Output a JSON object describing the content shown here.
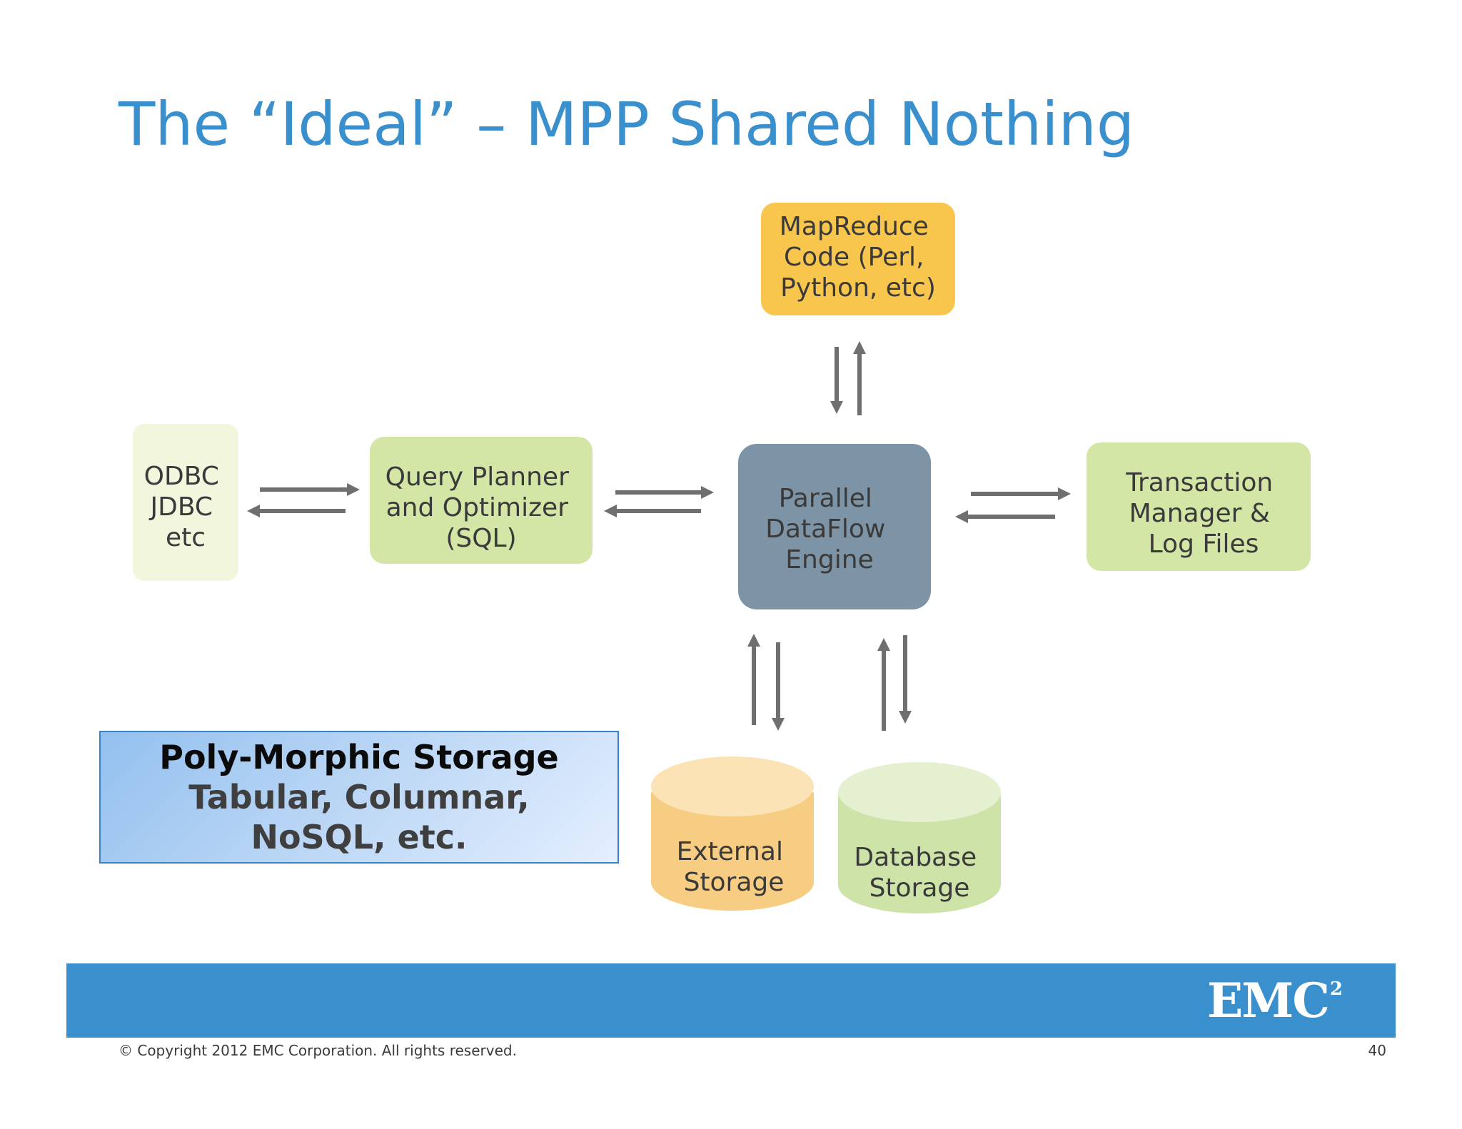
{
  "slide": {
    "title": "The “Ideal” – MPP Shared Nothing",
    "title_color": "#3a8fcd"
  },
  "diagram": {
    "nodes": {
      "mapreduce": {
        "lines": [
          "MapReduce",
          "Code (Perl,",
          "Python, etc)"
        ],
        "fill": "#f8c64c"
      },
      "odbc": {
        "lines": [
          "ODBC",
          "JDBC",
          "etc"
        ],
        "fill": "#f1f6dd"
      },
      "query_planner": {
        "lines": [
          "Query Planner",
          "and Optimizer",
          "(SQL)"
        ],
        "fill": "#d3e6a6"
      },
      "dataflow": {
        "lines": [
          "Parallel",
          "DataFlow",
          "Engine"
        ],
        "fill": "#7d94a6"
      },
      "transaction": {
        "lines": [
          "Transaction",
          "Manager &",
          "Log Files"
        ],
        "fill": "#d3e6a6"
      },
      "external_storage": {
        "lines": [
          "External",
          "Storage"
        ],
        "fill": "#f6cd82",
        "top_fill": "#fbe3b5"
      },
      "database_storage": {
        "lines": [
          "Database",
          "Storage"
        ],
        "fill": "#cde3a7",
        "top_fill": "#e4f0cf"
      }
    }
  },
  "callout": {
    "title": "Poly-Morphic Storage",
    "lines": [
      "Tabular, Columnar,",
      "NoSQL, etc."
    ]
  },
  "footer": {
    "logo_text": "EMC",
    "logo_sup": "2",
    "bar_color": "#3a8fcd",
    "copyright": "© Copyright 2012 EMC Corporation. All rights reserved.",
    "page_number": "40"
  }
}
